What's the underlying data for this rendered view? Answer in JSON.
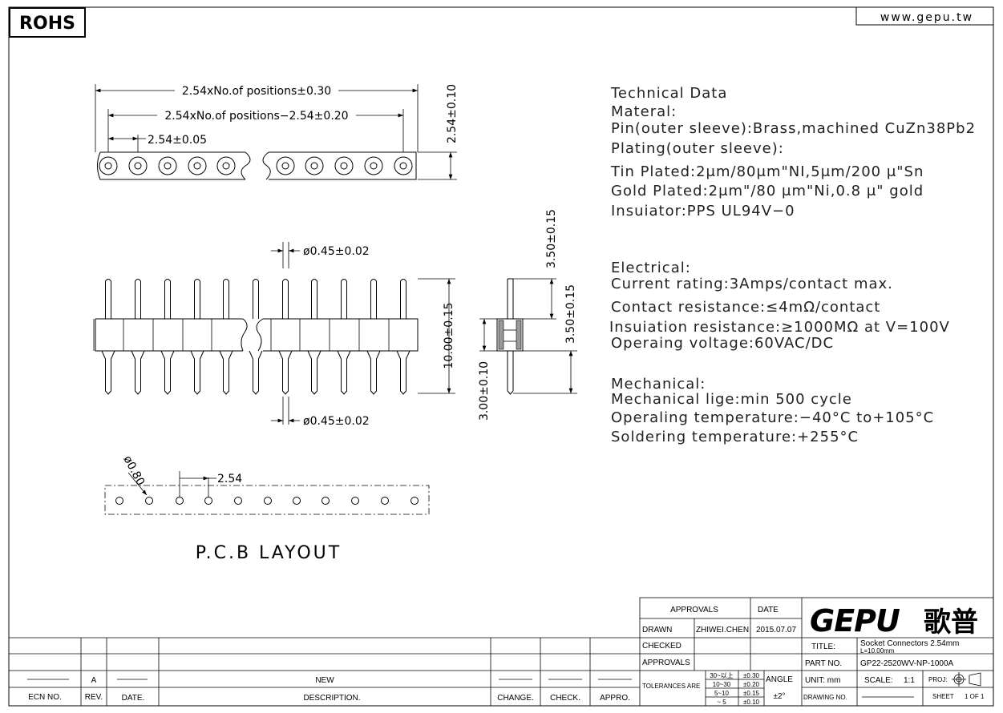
{
  "header": {
    "rohs": "ROHS",
    "website": "www.gepu.tw"
  },
  "dims": {
    "overall": "2.54xNo.of positions±0.30",
    "inner": "2.54xNo.of positions−2.54±0.20",
    "pitch": "2.54±0.05",
    "height": "2.54±0.10",
    "pin_dia_top": "ø0.45±0.02",
    "pin_dia_bottom": "ø0.45±0.02",
    "body_h": "10.00±0.15",
    "top_pin": "3.50±0.15",
    "side_body": "3.50±0.15",
    "bottom_pin": "3.00±0.10",
    "pcb_hole": "ø0.80",
    "pcb_pitch": "2.54",
    "pcb_title": "P.C.B LAYOUT"
  },
  "tech": {
    "title": "Technical Data",
    "material": "Materal:",
    "pin": "Pin(outer sleeve):Brass,machined CuZn38Pb2",
    "plating": "Plating(outer sleeve):",
    "tin": "Tin Plated:2μm/80μm\"NI,5μm/200 μ\"Sn",
    "gold": "Gold Plated:2μm\"/80 μm\"Ni,0.8 μ\" gold",
    "insulator": "Insuiator:PPS UL94V−0",
    "electrical": "Electrical:",
    "current": "Current rating:3Amps/contact max.",
    "contact": "Contact resistance:≤4mΩ/contact",
    "insulation": "Insuiation resistance:≥1000MΩ at V=100V",
    "voltage": "Operaing voltage:60VAC/DC",
    "mechanical": "Mechanical:",
    "life": "Mechanical lige:min 500 cycle",
    "op_temp": "Operaling temperature:−40°C  to+105°C",
    "sold_temp": "Soldering temperature:+255°C"
  },
  "title_block": {
    "approvals_h": "APPROVALS",
    "date_h": "DATE",
    "drawn": "DRAWN",
    "drawn_name": "ZHIWEI.CHEN",
    "drawn_date": "2015.07.07",
    "checked": "CHECKED",
    "approvals": "APPROVALS",
    "tolerances": "TOLERANCES ARE",
    "tol_r1a": "30~以上",
    "tol_r1b": "±0.30",
    "tol_r2a": "10~30",
    "tol_r2b": "±0.20",
    "tol_r3a": "5~10",
    "tol_r3b": "±0.15",
    "tol_r4a": "~ 5",
    "tol_r4b": "±0.10",
    "angle": "ANGLE",
    "angle_val": "±2°",
    "logo": "GEPU",
    "logo_cn": "歌普",
    "title_l": "TITLE:",
    "title_v1": "Socket Connectors 2.54mm",
    "title_v2": "L=10.00mm",
    "part_l": "PART NO.",
    "part_v": "GP22-2520WV-NP-1000A",
    "unit": "UNIT: mm",
    "scale_l": "SCALE:",
    "scale_v": "1:1",
    "proj": "PROJ:",
    "drawing_no": "DRAWING NO.",
    "sheet": "SHEET",
    "sheet_v": "1 OF 1"
  },
  "rev_block": {
    "rev_a": "A",
    "new": "NEW",
    "ecn": "ECN NO.",
    "rev": "REV.",
    "date": "DATE.",
    "desc": "DESCRIPTION.",
    "change": "CHANGE.",
    "check": "CHECK.",
    "appro": "APPRO."
  }
}
